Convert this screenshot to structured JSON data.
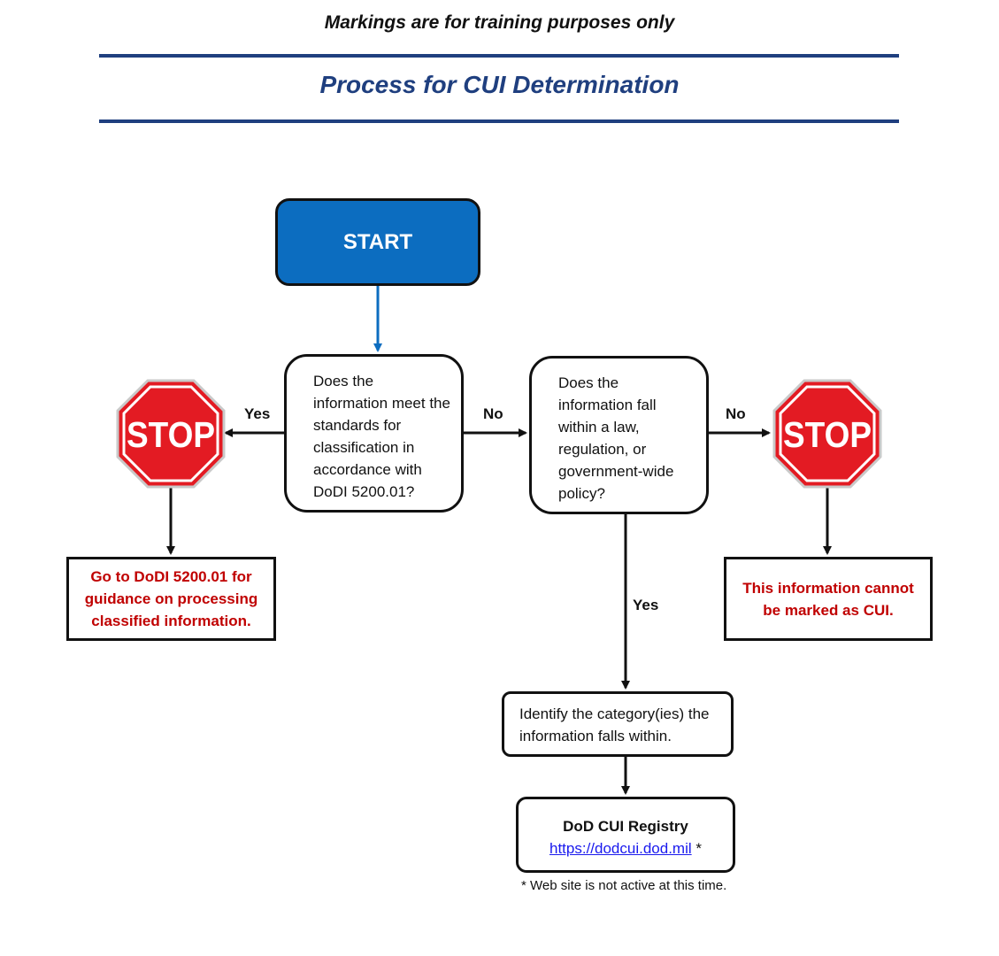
{
  "header": {
    "disclaimer": "Markings are for training purposes only",
    "title": "Process for CUI Determination"
  },
  "nodes": {
    "start": "START",
    "question_classification": "Does the information meet the standards for classification in accordance with DoDI 5200.01?",
    "question_law": "Does the information fall within a law, regulation, or government-wide policy?",
    "result_classified": "Go to DoDI 5200.01 for guidance on processing classified information.",
    "result_not_cui": "This information cannot be marked as CUI.",
    "identify_category": "Identify the category(ies) the information falls within.",
    "registry": {
      "title": "DoD CUI Registry",
      "link": "https://dodcui.dod.mil",
      "asterisk": "*"
    },
    "stop_signs": {
      "left": "STOP",
      "right": "STOP"
    }
  },
  "edges": {
    "q1_yes": "Yes",
    "q1_no": "No",
    "q2_no": "No",
    "q2_yes": "Yes"
  },
  "footnote": "* Web site is not active at this time.",
  "colors": {
    "title_blue": "#1f3f7f",
    "start_blue": "#0c6dc0",
    "stop_red": "#e31b23",
    "result_red": "#c00000",
    "link_blue": "#1a1aee"
  },
  "icons": {
    "stop_sign": "stop-sign-icon"
  }
}
